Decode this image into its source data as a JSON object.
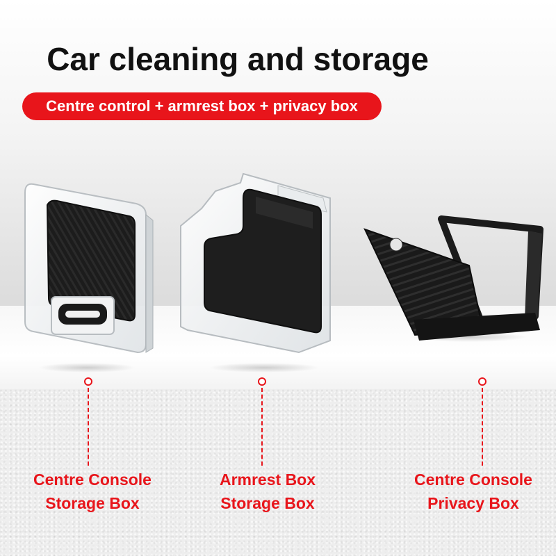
{
  "title": "Car cleaning and storage",
  "subtitle": "Centre control + armrest box + privacy box",
  "colors": {
    "accent": "#e8151b",
    "title": "#111111"
  },
  "products": [
    {
      "label_line1": "Centre Console",
      "label_line2": "Storage Box"
    },
    {
      "label_line1": "Armrest Box",
      "label_line2": "Storage Box"
    },
    {
      "label_line1": "Centre Console",
      "label_line2": "Privacy Box"
    }
  ]
}
